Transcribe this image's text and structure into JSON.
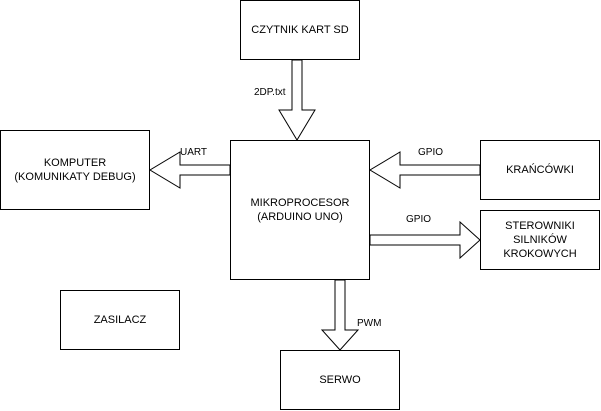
{
  "diagram": {
    "blocks": {
      "sd_reader": {
        "lines": [
          "CZYTNIK KART SD"
        ]
      },
      "mcu": {
        "lines": [
          "MIKROPROCESOR",
          "(ARDUINO UNO)"
        ]
      },
      "computer": {
        "lines": [
          "KOMPUTER",
          "(KOMUNIKATY DEBUG)"
        ]
      },
      "limit_switches": {
        "lines": [
          "KRAŃCÓWKI"
        ]
      },
      "stepper_drivers": {
        "lines": [
          "STEROWNIKI",
          "SILNIKÓW",
          "KROKOWYCH"
        ]
      },
      "power_supply": {
        "lines": [
          "ZASILACZ"
        ]
      },
      "servo": {
        "lines": [
          "SERWO"
        ]
      }
    },
    "connections": {
      "sd_to_mcu": {
        "label": "2DP.txt",
        "direction": "down"
      },
      "mcu_to_computer": {
        "label": "UART",
        "direction": "left"
      },
      "switches_to_mcu": {
        "label": "GPIO",
        "direction": "left"
      },
      "mcu_to_drivers": {
        "label": "GPIO",
        "direction": "right"
      },
      "mcu_to_servo": {
        "label": "PWM",
        "direction": "down"
      }
    },
    "colors": {
      "stroke": "#000000",
      "fill": "#ffffff",
      "background": "#ffffff"
    }
  }
}
